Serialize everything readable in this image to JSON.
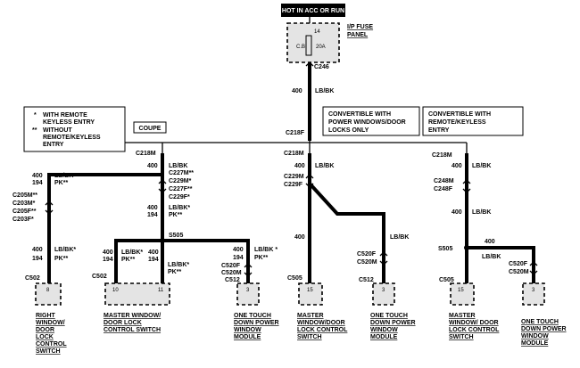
{
  "header": {
    "power_label": "HOT IN ACC OR RUN"
  },
  "fuse_panel": {
    "name": "I/P FUSE PANEL",
    "pin": "14",
    "cb": "C.B.",
    "rating": "20A",
    "connector": "C246"
  },
  "main_feed": {
    "circuit": "400",
    "color": "LB/BK",
    "splice": "C218F"
  },
  "legend": [
    {
      "mark": "*",
      "text": "WITH REMOTE KEYLESS ENTRY"
    },
    {
      "mark": "**",
      "text": "WITHOUT REMOTE/KEYLESS ENTRY"
    }
  ],
  "section_labels": {
    "coupe": "COUPE",
    "conv_power": "CONVERTIBLE WITH POWER WINDOWS/DOOR LOCKS ONLY",
    "conv_keyless": "CONVERTIBLE WITH REMOTE/KEYLESS ENTRY"
  },
  "coupe": {
    "c218m": "C218M",
    "left_wire": {
      "c1": "400",
      "c2": "194",
      "col1": "LB/BK*",
      "col2": "PK**"
    },
    "left_connectors": [
      "C205M**",
      "C203M*",
      "C205F**",
      "C203F*"
    ],
    "left_wire2": {
      "c1": "400",
      "c2": "194",
      "col1": "LB/BK*",
      "col2": "PK**"
    },
    "right_switch": {
      "connector": "C502",
      "pin": "8",
      "name": "RIGHT WINDOW/ DOOR LOCK CONTROL SWITCH"
    },
    "center_wire": {
      "c": "400",
      "col": "LB/BK"
    },
    "center_connectors": [
      "C227M**",
      "C229M*",
      "C227F**",
      "C229F*"
    ],
    "center_wire2": {
      "c1": "400",
      "c2": "194",
      "col1": "LB/BK*",
      "col2": "PK**"
    },
    "splice": "S505",
    "master_left_wire": {
      "c1": "400",
      "c2": "194",
      "col1": "LB/BK*",
      "col2": "PK**"
    },
    "master_right_wire": {
      "c1": "400",
      "c2": "194",
      "col1": "LB/BK*",
      "col2": "PK**"
    },
    "master_switch": {
      "connector": "C502",
      "pin_a": "10",
      "pin_b": "11",
      "name": "MASTER WINDOW/ DOOR LOCK CONTROL SWITCH"
    },
    "onetouch_wire": {
      "c1": "400",
      "c2": "194",
      "col1": "LB/BK *",
      "col2": "PK**"
    },
    "onetouch_connectors": [
      "C520F",
      "C520M",
      "C512"
    ],
    "onetouch": {
      "pin": "3",
      "name": "ONE TOUCH DOWN POWER WINDOW MODULE"
    }
  },
  "conv_power": {
    "c218m": "C218M",
    "wire": {
      "c": "400",
      "col": "LB/BK"
    },
    "connectors": [
      "C229M",
      "C229F"
    ],
    "diag_col": "LB/BK",
    "master": {
      "connector": "C505",
      "pin": "15",
      "name": "MASTER WINDOW/DOOR LOCK CONTROL SWITCH"
    },
    "onetouch_connectors": [
      "C520F",
      "C520M",
      "C512"
    ],
    "onetouch": {
      "pin": "3",
      "name": "ONE TOUCH DOWN POWER WINDOW MODULE"
    }
  },
  "conv_keyless": {
    "c218m": "C218M",
    "wire": {
      "c": "400",
      "col": "LB/BK"
    },
    "connectors": [
      "C248M",
      "C248F"
    ],
    "wire2": {
      "c": "400",
      "col": "LB/BK"
    },
    "splice": "S505",
    "branch_wire": {
      "c": "400",
      "col": "LB/BK"
    },
    "master": {
      "connector": "C505",
      "pin": "15",
      "name": "MASTER WINDOW/ DOOR LOCK CONTROL SWITCH"
    },
    "onetouch_connectors": [
      "C520F",
      "C520M"
    ],
    "onetouch": {
      "pin": "3",
      "name": "ONE TOUCH DOWN POWER WINDOW MODULE"
    }
  }
}
